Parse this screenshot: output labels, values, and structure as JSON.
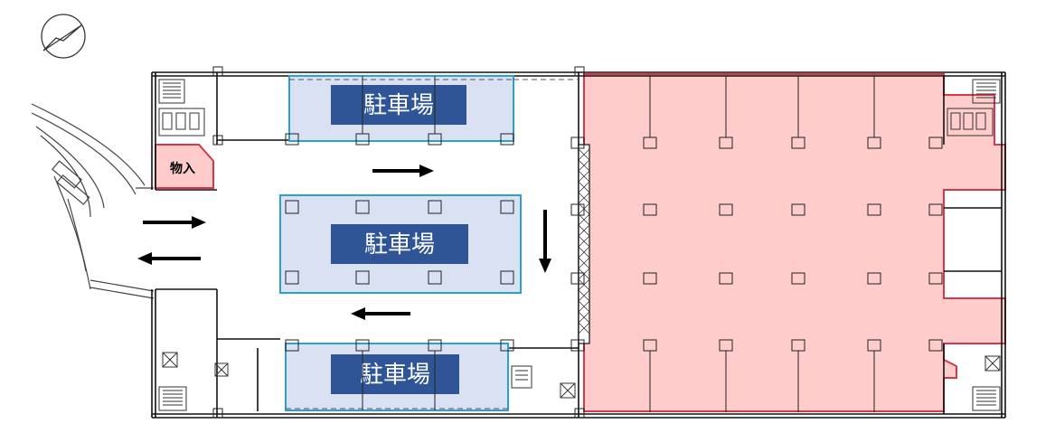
{
  "labels": {
    "parking_top": "駐車場",
    "parking_middle": "駐車場",
    "parking_bottom": "駐車場",
    "loading": "物入"
  },
  "icons": {
    "north_arrow": "north-arrow-icon",
    "traffic_arrows": "arrow-icon"
  },
  "colors": {
    "wall": "#111111",
    "parking_fill": "#d9e1f2",
    "parking_border": "#2aa0d4",
    "parking_label_bg": "#2f5597",
    "leased_fill": "#ffcccc",
    "leased_border": "#d6374a",
    "arrow": "#000000"
  }
}
